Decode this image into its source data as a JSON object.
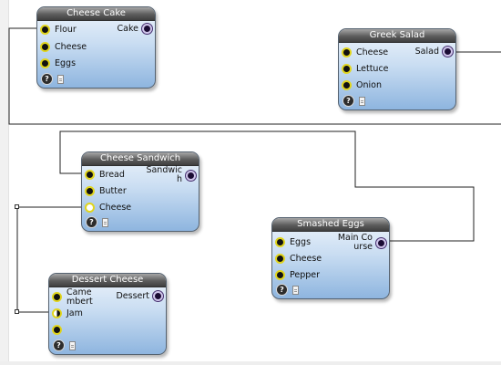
{
  "nodes": {
    "cheese_cake": {
      "title": "Cheese Cake",
      "inputs": [
        "Flour",
        "Cheese",
        "Eggs"
      ],
      "output": "Cake"
    },
    "greek_salad": {
      "title": "Greek Salad",
      "inputs": [
        "Cheese",
        "Lettuce",
        "Onion"
      ],
      "output": "Salad"
    },
    "cheese_sandwich": {
      "title": "Cheese Sandwich",
      "inputs": [
        "Bread",
        "Butter",
        "Cheese"
      ],
      "output": "Sandwich"
    },
    "smashed_eggs": {
      "title": "Smashed Eggs",
      "inputs": [
        "Eggs",
        "Cheese",
        "Pepper"
      ],
      "output": "Main Course"
    },
    "dessert_cheese": {
      "title": "Dessert Cheese",
      "inputs": [
        "Camembert",
        "Jam",
        ""
      ],
      "output": "Dessert"
    }
  },
  "icons": {
    "help": "help-icon",
    "help_glyph": "?",
    "document": "document-icon"
  },
  "colors": {
    "wire": "#222222",
    "input_port_ring": "#e1d51d",
    "output_port_ring": "#cfc5ea",
    "title_bar": "#4a4a4a"
  }
}
